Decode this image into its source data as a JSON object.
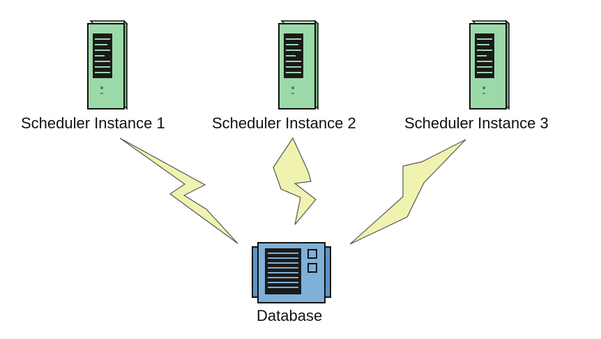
{
  "diagram": {
    "nodes": {
      "scheduler_1": {
        "label": "Scheduler Instance 1",
        "icon": "server-tower-icon"
      },
      "scheduler_2": {
        "label": "Scheduler Instance 2",
        "icon": "server-tower-icon"
      },
      "scheduler_3": {
        "label": "Scheduler Instance 3",
        "icon": "server-tower-icon"
      },
      "database": {
        "label": "Database",
        "icon": "database-server-icon"
      }
    },
    "edges": [
      {
        "from": "scheduler_1",
        "to": "database",
        "style": "lightning-bolt"
      },
      {
        "from": "scheduler_2",
        "to": "database",
        "style": "lightning-bolt"
      },
      {
        "from": "scheduler_3",
        "to": "database",
        "style": "lightning-bolt"
      }
    ],
    "colors": {
      "server_body": "#9cd9a8",
      "database_body": "#7fb0d8",
      "bolt_fill": "#f0f3b0",
      "outline": "#111111"
    }
  }
}
